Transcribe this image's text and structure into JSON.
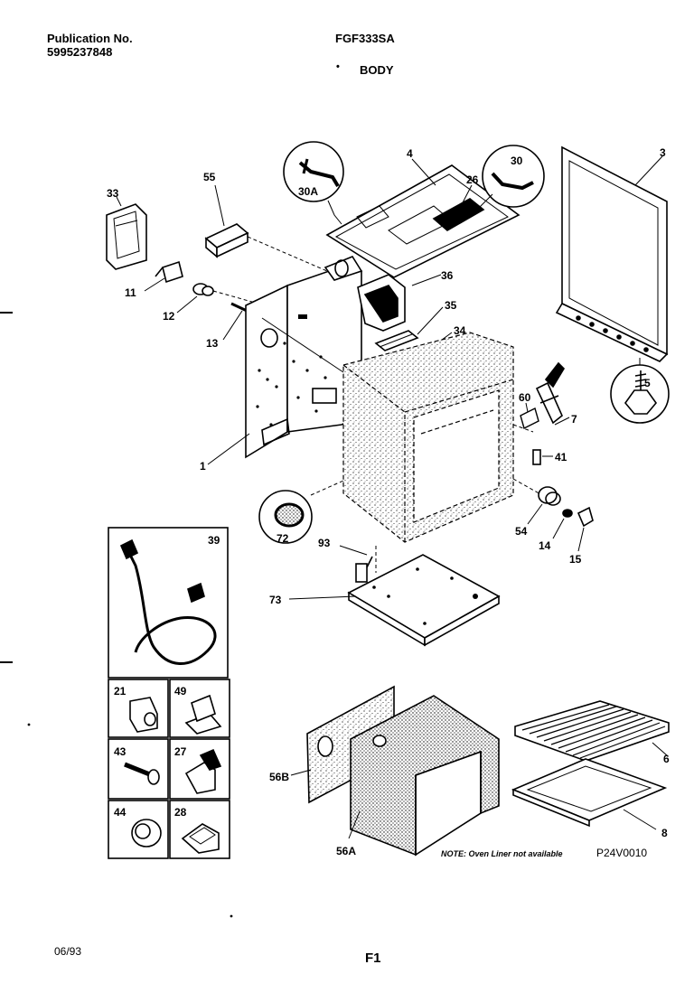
{
  "header": {
    "publication_label": "Publication No.",
    "publication_number": "5995237848",
    "model": "FGF333SA",
    "section_bullet": "•",
    "section": "BODY"
  },
  "callouts": {
    "c3": "3",
    "c4": "4",
    "c26": "26",
    "c30": "30",
    "c30a": "30A",
    "c33": "33",
    "c55": "55",
    "c11": "11",
    "c12": "12",
    "c13": "13",
    "c36": "36",
    "c35": "35",
    "c34": "34",
    "c5": "5",
    "c60": "60",
    "c7": "7",
    "c41": "41",
    "c1": "1",
    "c72": "72",
    "c54": "54",
    "c14": "14",
    "c15": "15",
    "c93": "93",
    "c73": "73",
    "c39": "39",
    "c21": "21",
    "c49": "49",
    "c43": "43",
    "c27": "27",
    "c44": "44",
    "c28": "28",
    "c6": "6",
    "c8": "8",
    "c56b": "56B",
    "c56a": "56A"
  },
  "note": "NOTE: Oven Liner not available",
  "diagram_code": "P24V0010",
  "footer": {
    "date": "06/93",
    "page": "F1"
  }
}
